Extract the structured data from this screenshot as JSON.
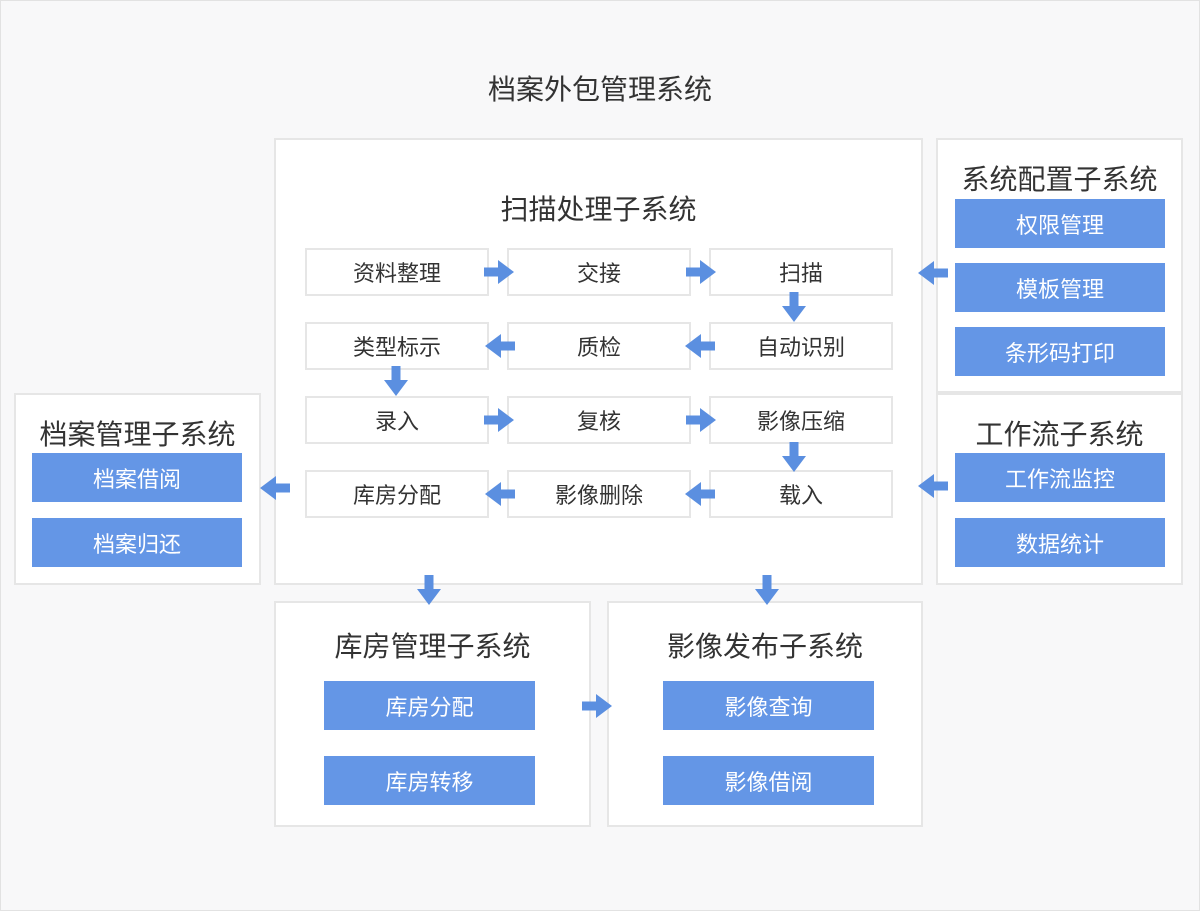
{
  "title": "档案外包管理系统",
  "scan": {
    "title": "扫描处理子系统",
    "steps": [
      "资料整理",
      "交接",
      "扫描",
      "自动识别",
      "质检",
      "类型标示",
      "录入",
      "复核",
      "影像压缩",
      "载入",
      "影像删除",
      "库房分配"
    ]
  },
  "config": {
    "title": "系统配置子系统",
    "items": [
      "权限管理",
      "模板管理",
      "条形码打印"
    ]
  },
  "workflow": {
    "title": "工作流子系统",
    "items": [
      "工作流监控",
      "数据统计"
    ]
  },
  "archive": {
    "title": "档案管理子系统",
    "items": [
      "档案借阅",
      "档案归还"
    ]
  },
  "warehouse": {
    "title": "库房管理子系统",
    "items": [
      "库房分配",
      "库房转移"
    ]
  },
  "image": {
    "title": "影像发布子系统",
    "items": [
      "影像查询",
      "影像借阅"
    ]
  },
  "colors": {
    "accent": "#6496e6",
    "arrow": "#5b8fe0",
    "border": "#e6e6e6"
  }
}
